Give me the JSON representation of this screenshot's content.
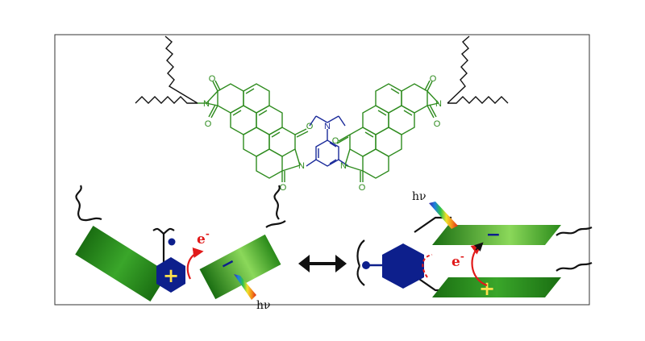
{
  "colors": {
    "frame": "#333333",
    "pdi": "#2e8b1e",
    "amine": "#1a2a9a",
    "chain": "#111111",
    "rect_light": "#7fcf4a",
    "rect_dark": "#1a6e12",
    "hexagon": "#0d1f8c",
    "plus": "#ffe14d",
    "arrow_red": "#e11a1a",
    "minus": "#0d1f8c",
    "bg": "#ffffff"
  },
  "structure": {
    "atoms": {
      "oxygen": "O",
      "nitrogen": "N"
    }
  },
  "scheme": {
    "electron_left": "e",
    "electron_right": "e",
    "electron_sup": "-",
    "hv_left": "hν",
    "hv_right": "hν",
    "plus_sign": "+",
    "minus_sign": "−",
    "equilibrium_icon": "double-headed-arrow-icon"
  }
}
